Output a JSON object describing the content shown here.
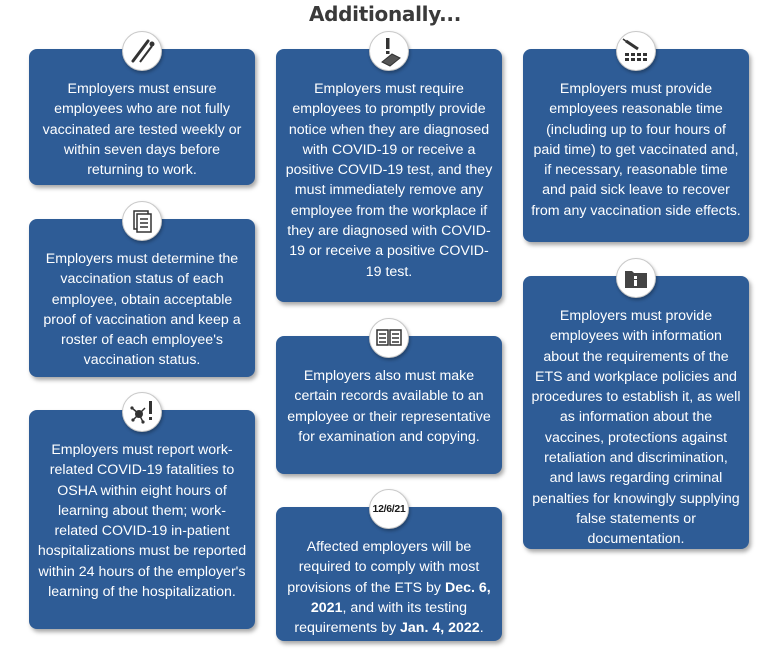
{
  "title": "Additionally...",
  "cards": {
    "testing": {
      "text": "Employers must ensure employees who are not fully vaccinated are tested weekly or within seven days before returning to work.",
      "icon": "test-swab-icon"
    },
    "status": {
      "text": "Employers must determine the vaccination status of each employee, obtain acceptable proof of vaccination and keep a roster of each employee's vaccination status.",
      "icon": "documents-icon"
    },
    "report": {
      "text": "Employers must report work-related COVID-19 fatalities to OSHA within eight hours of learning about them; work-related COVID-19 in-patient hospitalizations must be reported within 24 hours of the employer's learning of the hospitalization.",
      "icon": "virus-alert-icon"
    },
    "notice": {
      "text": "Employers must require employees to promptly provide notice when they are diagnosed with COVID-19 or receive a positive COVID-19 test, and they must immediately remove any employee from the workplace if they are diagnosed with COVID-19 or receive a positive COVID-19 test.",
      "icon": "alert-test-icon"
    },
    "records": {
      "text": "Employers also must make certain records available to an employee or their representative for examination and copying.",
      "icon": "records-icon"
    },
    "comply": {
      "date_label": "12/6/21",
      "text_1": "Affected employers will be required to comply with most provisions of the ETS by",
      "date_1": "Dec. 6, 2021",
      "text_2": ", and with its testing requirements by",
      "date_2": "Jan. 4, 2022",
      "text_3": "."
    },
    "time": {
      "text": "Employers must provide employees reasonable time (including up to four hours of paid time) to get vaccinated and, if necessary, reasonable time and paid sick leave to recover from any vaccination side effects.",
      "icon": "syringe-calendar-icon"
    },
    "info": {
      "text": "Employers must provide employees with information about the requirements of the ETS and workplace policies and procedures to establish it, as well as information about the vaccines, protections against retaliation and discrimination, and laws regarding criminal penalties for knowingly supplying false statements or documentation.",
      "icon": "info-folder-icon"
    }
  },
  "colors": {
    "card": "#2e5c96",
    "text": "#ffffff",
    "title": "#3a3a3a"
  }
}
